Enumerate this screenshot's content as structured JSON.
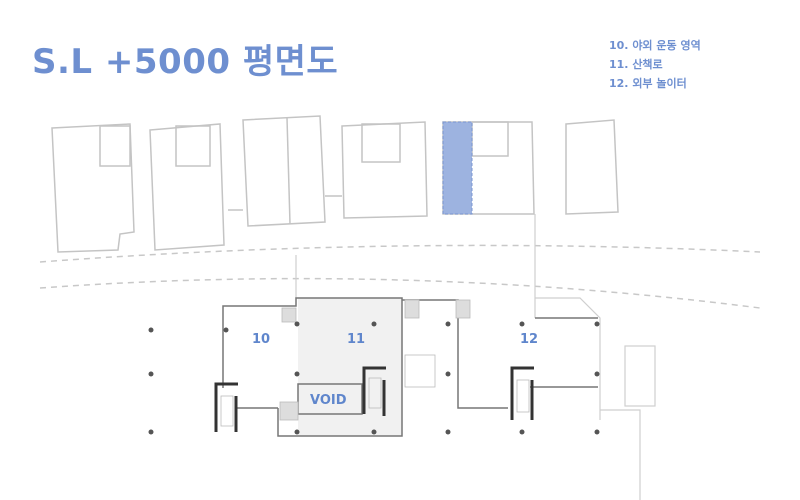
{
  "title": "S.L +5000 평면도",
  "legend": [
    "10. 야외 운동 영역",
    "11. 산책로",
    "12. 외부 놀이터"
  ],
  "labels": {
    "a": "10",
    "b": "11",
    "c": "12",
    "void": "VOID"
  },
  "colors": {
    "accent": "#6e8fd0",
    "highlight": "#9db3e0",
    "line": "#bdbdbd",
    "wall": "#555555"
  }
}
